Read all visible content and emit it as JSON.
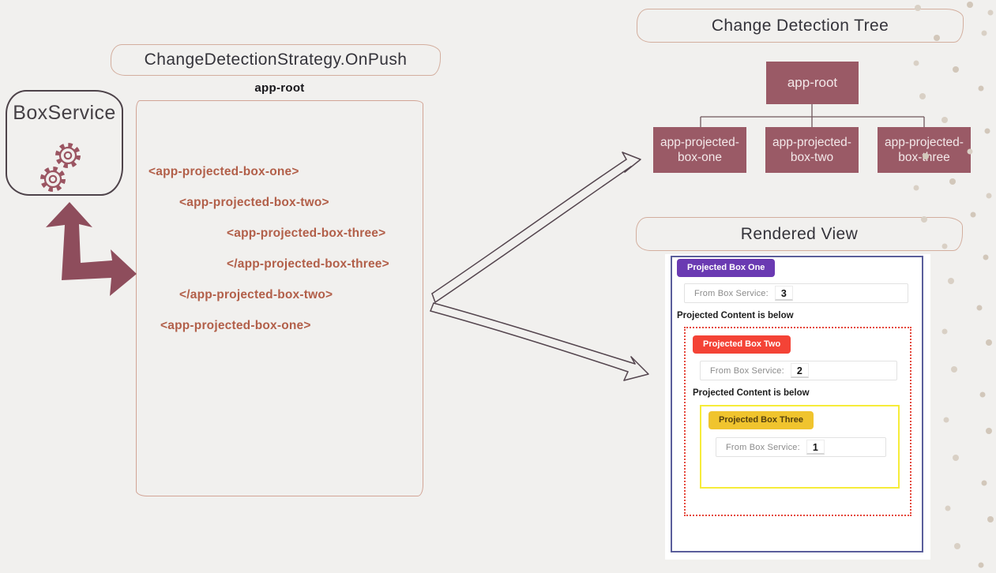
{
  "header": {
    "strategy_title": "ChangeDetectionStrategy.OnPush"
  },
  "box_service": {
    "label": "BoxService"
  },
  "app_root": {
    "label": "app-root",
    "code_lines": [
      "<app-projected-box-one>",
      "<app-projected-box-two>",
      "<app-projected-box-three>",
      "</app-projected-box-three>",
      "</app-projected-box-two>",
      "<app-projected-box-one>"
    ]
  },
  "tree": {
    "title": "Change Detection Tree",
    "root_label": "app-root",
    "children": [
      "app-projected-box-one",
      "app-projected-box-two",
      "app-projected-box-three"
    ]
  },
  "rendered_view": {
    "title": "Rendered View",
    "box_one": {
      "badge": "Projected Box One",
      "field_label": "From Box Service:",
      "value": "3",
      "note": "Projected Content is below"
    },
    "box_two": {
      "badge": "Projected Box Two",
      "field_label": "From Box Service:",
      "value": "2",
      "note": "Projected Content is below"
    },
    "box_three": {
      "badge": "Projected Box Three",
      "field_label": "From Box Service:",
      "value": "1"
    }
  },
  "colors": {
    "background": "#f1f0ee",
    "maroon_fill": "#94525f",
    "tree_node": "#9a5a66",
    "code_text": "#b25f49",
    "sketch_border": "#d3ae9e",
    "purple_badge": "#6a3ab2",
    "red_badge": "#f44336",
    "yellow_badge": "#f0c42e",
    "panel_border": "#5a5e9b",
    "red_dotted_border": "#e5483c",
    "yellow_border": "#f6ec3a",
    "dots": "#d9d0c5"
  }
}
